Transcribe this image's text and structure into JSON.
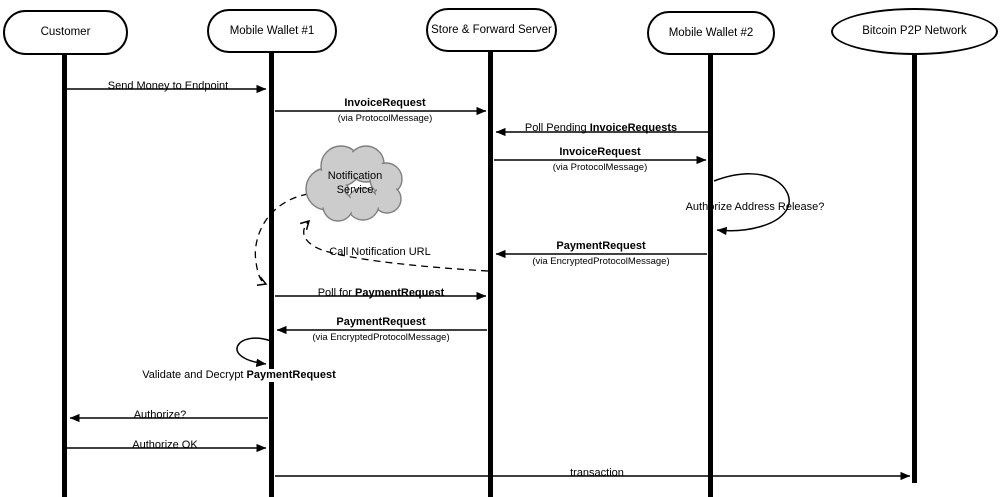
{
  "diagram": {
    "actors": [
      {
        "id": "customer",
        "label": "Customer"
      },
      {
        "id": "mobile-wallet-1",
        "label": "Mobile Wallet #1"
      },
      {
        "id": "store-forward-server",
        "label": "Store & Forward Server"
      },
      {
        "id": "mobile-wallet-2",
        "label": "Mobile Wallet #2"
      },
      {
        "id": "bitcoin-p2p-network",
        "label": "Bitcoin P2P Network"
      }
    ],
    "cloud": {
      "label_line1": "Notification",
      "label_line2": "Service"
    },
    "messages": {
      "send_money": {
        "label": "Send Money to Endpoint"
      },
      "invoice_request_to_server": {
        "label": "InvoiceRequest",
        "via": "(via ProtocolMessage)"
      },
      "poll_pending_invoice_requests": {
        "label_pre": "Poll Pending ",
        "label_bold": "InvoiceRequests"
      },
      "invoice_request_to_wallet2": {
        "label": "InvoiceRequest",
        "via": "(via ProtocolMessage)"
      },
      "authorize_address_release": {
        "label": "Authorize Address Release?"
      },
      "payment_request_to_server": {
        "label": "PaymentRequest",
        "via": "(via EncryptedProtocolMessage)"
      },
      "call_notification_url": {
        "label": "Call Notification URL"
      },
      "poll_for_payment_request": {
        "label_pre": "Poll for ",
        "label_bold": "PaymentRequest"
      },
      "payment_request_to_wallet1": {
        "label": "PaymentRequest",
        "via": "(via EncryptedProtocolMessage)"
      },
      "validate_and_decrypt": {
        "label_pre": "Validate and Decrypt ",
        "label_bold": "PaymentRequest"
      },
      "authorize_question": {
        "label": "Authorize?"
      },
      "authorize_ok": {
        "label": "Authorize OK"
      },
      "transaction": {
        "label": "transaction"
      }
    },
    "colors": {
      "line": "#000000",
      "cloud_fill": "#cccccc",
      "cloud_stroke": "#7f7f7f",
      "background": "#ffffff"
    }
  }
}
